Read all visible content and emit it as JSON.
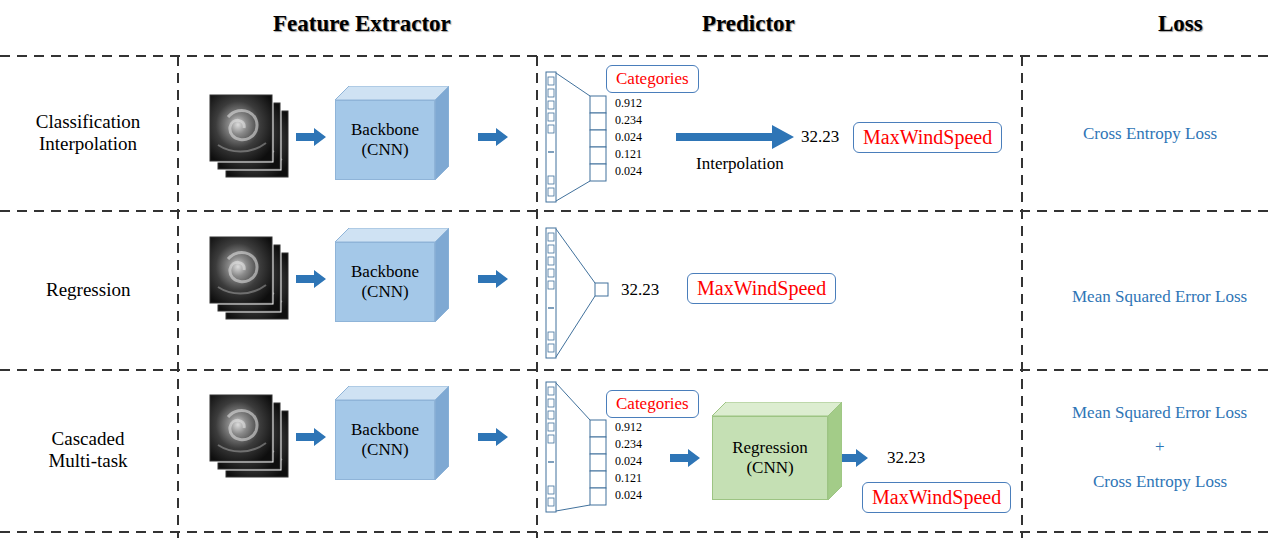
{
  "diagram": {
    "nodes": [
      {
        "text": [
          "Backbone (CNN)"
        ]
      },
      {
        "text": [
          "Categories"
        ]
      },
      {
        "text": [
          "MaxWindSpeed"
        ]
      },
      {
        "text": [
          "Backbone (CNN)"
        ]
      },
      {
        "text": [
          "MaxWindSpeed"
        ]
      },
      {
        "text": [
          "Backbone (CNN)"
        ]
      },
      {
        "text": [
          "Categories"
        ]
      },
      {
        "text": [
          "Regression (CNN)"
        ]
      },
      {
        "text": [
          "MaxWindSpeed"
        ]
      }
    ],
    "labels": [
      "Feature Extractor",
      "Predictor",
      "Loss",
      "Classification Interpolation",
      "0.912",
      "0.234",
      "0.024",
      "0.121",
      "0.024",
      "Interpolation",
      "32.23",
      "Cross Entropy Loss",
      "Regression",
      "32.23",
      "Mean Squared Error Loss",
      "Cascaded Multi-task",
      "0.912",
      "0.234",
      "0.024",
      "0.121",
      "0.024",
      "32.23",
      "Mean Squared Error Loss",
      "+",
      "Cross Entropy Loss"
    ]
  }
}
